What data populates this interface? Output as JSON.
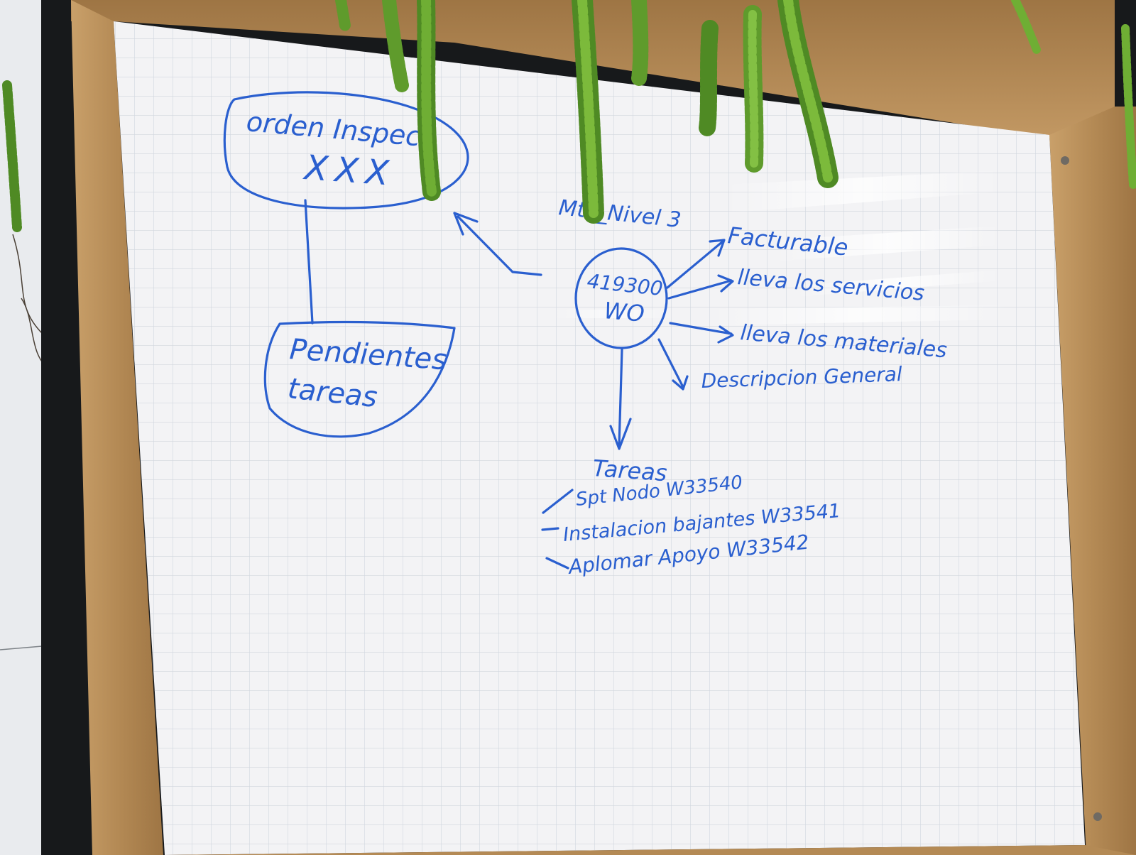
{
  "colors": {
    "marker_ink": "#2a5fcf",
    "board_surface": "#f3f3f5",
    "grid_line": "#cdd3db",
    "wood_frame": "#b48a55",
    "wall": "#e4e6e8",
    "plant": "#5f9b2c"
  },
  "whiteboard": {
    "node_orden": {
      "title": "orden Inspecc",
      "sub": "XXX"
    },
    "node_pendientes": {
      "line1": "Pendientes",
      "line2": "tareas"
    },
    "label_mtc": "Mtc_Nivel 3",
    "node_wo": {
      "line1": "419300",
      "line2": "WO"
    },
    "attributes": [
      "Facturable",
      "lleva los servicios",
      "lleva los materiales",
      "Descripcion General"
    ],
    "tareas": {
      "title": "Tareas",
      "items": [
        "Spt Nodo W33540",
        "Instalacion bajantes W33541",
        "Aplomar Apoyo W33542"
      ]
    }
  }
}
